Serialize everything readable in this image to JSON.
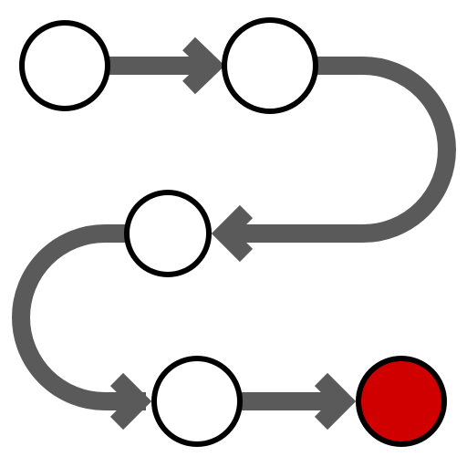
{
  "diagram": {
    "type": "process-flow",
    "colors": {
      "connector": "#5a5a5a",
      "node_stroke": "#000000",
      "node_fill": "#ffffff",
      "final_fill": "#d10000"
    },
    "nodes": [
      {
        "id": "step-1",
        "shape": "circle",
        "state": "default"
      },
      {
        "id": "step-2",
        "shape": "circle",
        "state": "default"
      },
      {
        "id": "step-3",
        "shape": "circle",
        "state": "default"
      },
      {
        "id": "step-4",
        "shape": "circle",
        "state": "default"
      },
      {
        "id": "step-5",
        "shape": "circle",
        "state": "final"
      }
    ],
    "edges": [
      {
        "from": "step-1",
        "to": "step-2",
        "style": "straight-arrow"
      },
      {
        "from": "step-2",
        "to": "step-3",
        "style": "curved-arrow"
      },
      {
        "from": "step-3",
        "to": "step-4",
        "style": "curved-arrow"
      },
      {
        "from": "step-4",
        "to": "step-5",
        "style": "straight-arrow"
      }
    ]
  }
}
